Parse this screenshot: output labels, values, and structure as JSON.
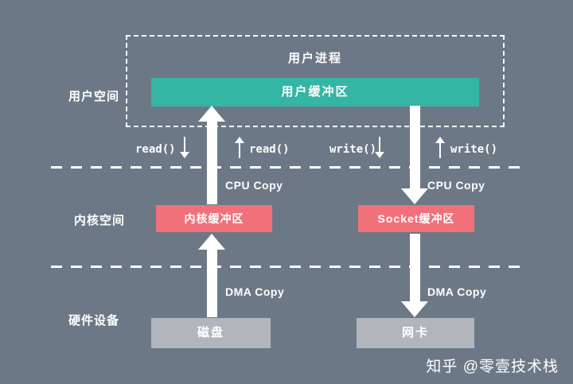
{
  "diagram": {
    "background": "#6d7887",
    "zones": {
      "user_space": "用户空间",
      "kernel_space": "内核空间",
      "hardware": "硬件设备"
    },
    "user_process": {
      "label": "用户进程",
      "buffer": "用户缓冲区",
      "buffer_color": "#35b5a4"
    },
    "kernel": {
      "kernel_buffer": "内核缓冲区",
      "socket_buffer": "Socket缓冲区",
      "buffer_color": "#f1717a"
    },
    "hardware": {
      "disk": "磁盘",
      "nic": "网卡",
      "box_color": "#b2b6bc"
    },
    "calls": {
      "read_left": "read()",
      "read_right": "read()",
      "write_left": "write()",
      "write_right": "write()"
    },
    "copies": {
      "cpu_left": "CPU Copy",
      "cpu_right": "CPU Copy",
      "dma_left": "DMA Copy",
      "dma_right": "DMA Copy"
    },
    "watermark": "知乎 @零壹技术栈"
  }
}
